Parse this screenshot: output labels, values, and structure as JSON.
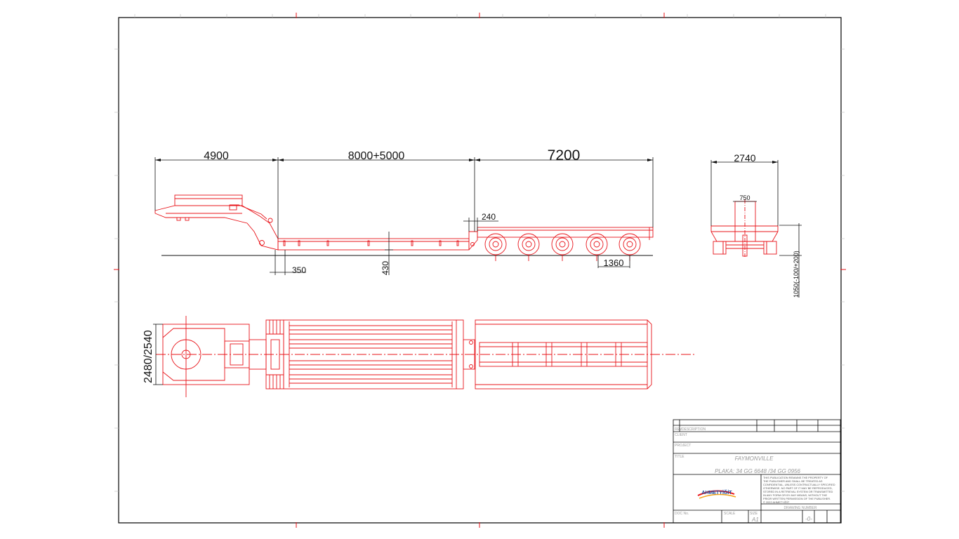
{
  "dimensions": {
    "gooseneck_length": "4900",
    "deck_length": "8000+5000",
    "rear_length": "7200",
    "step_height": "240",
    "front_offset": "350",
    "deck_height": "430",
    "axle_spacing": "1360",
    "overall_width": "2740",
    "center_width": "750",
    "ride_height": "1050(-100/+200)",
    "plan_width": "2480/2540"
  },
  "title_block": {
    "rev_label": "REV",
    "rev_desc_label": "DESCRIPTION",
    "client_label": "CLIENT",
    "project_label": "PROJECT",
    "title_label": "TITLE",
    "title_line1": "FAYMONVILLE",
    "title_line2": "PLAKA: 34 GG 6648 /34 GG 0956",
    "logo_text": "AHMETYİĞİT",
    "notice": [
      "THIS PUBLICATION REMAINS THE PROPERTY OF",
      "THE PUBLISHER AND SHALL BE TREATED AS",
      "CONFIDENTIAL, UNLESS CONTRACTUALLY SPECIFIED",
      "OTHERWISE. NO PART OF IT MAY BE REPRODUCED,",
      "STORED IN A RETRIEVAL SYSTEM OR TRANSMITTED",
      "IN ANY FORM OR BY ANY MEANS, WITHOUT THE",
      "PRIOR WRITTEN PERMISSION OF THE PUBLISHER.",
      "© 2022 AHMETYİĞİT"
    ],
    "drawing_number_label": "DRAWING NUMBER",
    "doc_no_label": "DOC No.",
    "scale_label": "SCALE",
    "size_label": "SIZE",
    "size_value": "A1",
    "rev_value": "-0-"
  },
  "colors": {
    "drawing_line": "#e8141a",
    "border": "#000000"
  }
}
